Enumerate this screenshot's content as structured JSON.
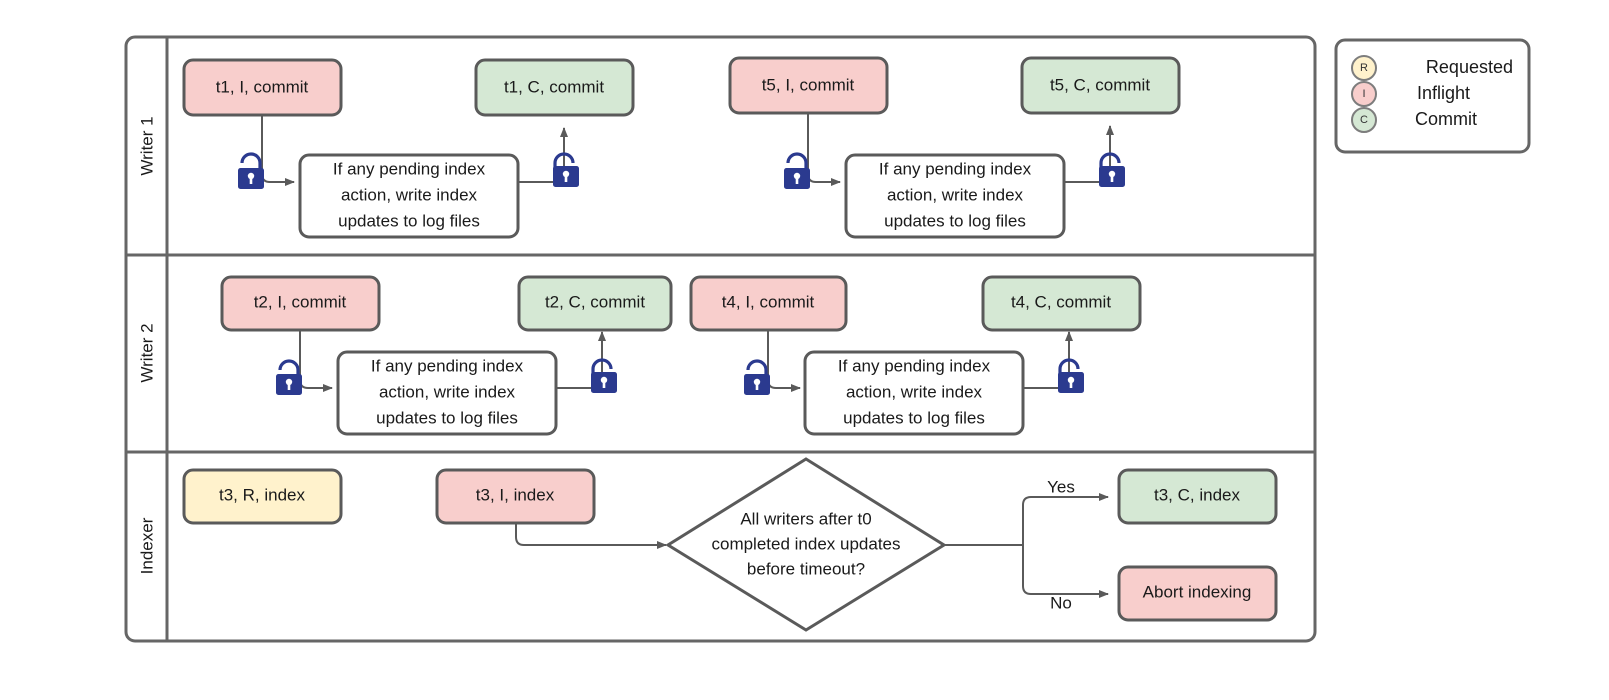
{
  "diagram": {
    "title": "Writer / Indexer concurrency swimlane",
    "colors": {
      "inflight": "#f8cecc",
      "commit": "#d5e8d4",
      "requested": "#fff2cc",
      "plain": "#ffffff",
      "node_stroke": "#5a5a5a",
      "frame_stroke": "#666666",
      "lock": "#2b3a8f",
      "text": "#1a1a1a"
    },
    "lanes": [
      {
        "id": "writer-1",
        "label": "Writer 1"
      },
      {
        "id": "writer-2",
        "label": "Writer 2"
      },
      {
        "id": "indexer",
        "label": "Indexer"
      }
    ],
    "process_text": "If any pending index action, write index updates to log files",
    "process_lines": [
      "If any pending index",
      "action, write index",
      "updates to log files"
    ],
    "nodes": {
      "w1_t1_i": "t1, I, commit",
      "w1_t1_c": "t1, C, commit",
      "w1_t5_i": "t5, I, commit",
      "w1_t5_c": "t5, C, commit",
      "w2_t2_i": "t2, I, commit",
      "w2_t2_c": "t2, C, commit",
      "w2_t4_i": "t4, I, commit",
      "w2_t4_c": "t4, C, commit",
      "ix_t3_r": "t3, R, index",
      "ix_t3_i": "t3, I, index",
      "ix_t3_c": "t3, C, index",
      "ix_abort": "Abort indexing"
    },
    "decision": {
      "lines": [
        "All writers after t0",
        "completed index updates",
        "before timeout?"
      ],
      "text": "All writers after t0 completed index updates before timeout?"
    },
    "edge_labels": {
      "yes": "Yes",
      "no": "No"
    },
    "icons": {
      "lock_closed": "lock-closed-icon",
      "lock_open": "lock-open-icon"
    },
    "legend": {
      "items": [
        {
          "glyph": "R",
          "label": "Requested",
          "color": "#fff2cc"
        },
        {
          "glyph": "I",
          "label": "Inflight",
          "color": "#f8cecc"
        },
        {
          "glyph": "C",
          "label": "Commit",
          "color": "#d5e8d4"
        }
      ]
    }
  }
}
